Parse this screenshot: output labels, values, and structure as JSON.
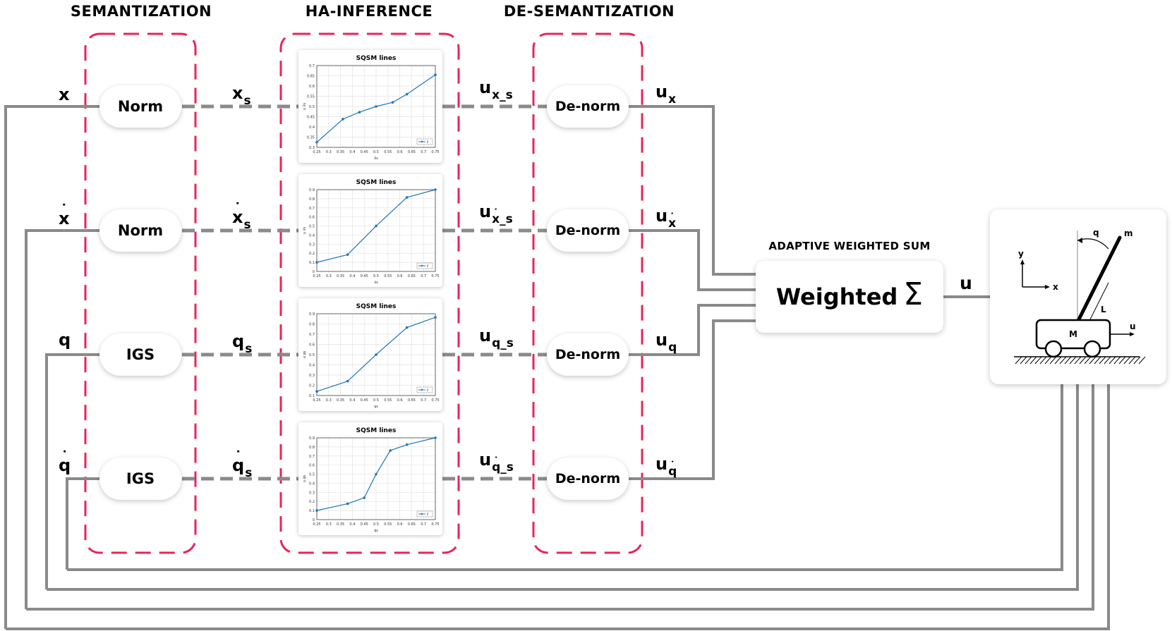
{
  "sections": {
    "semantization": "SEMANTIZATION",
    "ha_inference": "HA-INFERENCE",
    "de_semantization": "DE-SEMANTIZATION"
  },
  "inputs": [
    {
      "base": "x",
      "dot": ""
    },
    {
      "base": "x",
      "dot": "˙"
    },
    {
      "base": "q",
      "dot": ""
    },
    {
      "base": "q",
      "dot": "˙"
    }
  ],
  "blocks": [
    "Norm",
    "Norm",
    "IGS",
    "IGS"
  ],
  "semantic_labels": [
    {
      "base": "x",
      "dot": "",
      "sub": "s"
    },
    {
      "base": "x",
      "dot": "˙",
      "sub": "s"
    },
    {
      "base": "q",
      "dot": "",
      "sub": "s"
    },
    {
      "base": "q",
      "dot": "˙",
      "sub": "s"
    }
  ],
  "semantic_outputs": [
    {
      "base": "u",
      "sub_pre": "",
      "sub_var": "x",
      "sub_dot": "",
      "sub_post": "_s"
    },
    {
      "base": "u",
      "sub_pre": "",
      "sub_var": "x",
      "sub_dot": "˙",
      "sub_post": "_s"
    },
    {
      "base": "u",
      "sub_pre": "",
      "sub_var": "q",
      "sub_dot": "",
      "sub_post": "_s"
    },
    {
      "base": "u",
      "sub_pre": "",
      "sub_var": "q",
      "sub_dot": "˙",
      "sub_post": "_s"
    }
  ],
  "denorm_label": "De-norm",
  "outputs": [
    {
      "base": "u",
      "sub_var": "x",
      "sub_dot": ""
    },
    {
      "base": "u",
      "sub_var": "x",
      "sub_dot": "˙"
    },
    {
      "base": "u",
      "sub_var": "q",
      "sub_dot": ""
    },
    {
      "base": "u",
      "sub_var": "q",
      "sub_dot": "˙"
    }
  ],
  "sum": {
    "title": "ADAPTIVE WEIGHTED SUM",
    "label": "Weighted",
    "sigma": "Σ"
  },
  "control_signal": "u",
  "plant": {
    "axis_y": "y",
    "axis_x": "x",
    "angle": "q",
    "mass_pendulum": "m",
    "length": "L",
    "mass_cart": "M",
    "force": "u"
  },
  "plots": [
    {
      "title": "SQSM lines",
      "xlabel": "x̃s",
      "ylabel": "u x̃s",
      "xticks": [
        "0.25",
        "0.3",
        "0.35",
        "0.4",
        "0.45",
        "0.5",
        "0.55",
        "0.6",
        "0.65",
        "0.7",
        "0.75"
      ],
      "yticks": [
        "0.3",
        "0.35",
        "0.4",
        "0.45",
        "0.5",
        "0.55",
        "0.6",
        "0.65",
        "0.7"
      ],
      "xlim": [
        0.25,
        0.75
      ],
      "ylim": [
        0.3,
        0.7
      ],
      "points": [
        [
          0.25,
          0.325
        ],
        [
          0.36,
          0.438
        ],
        [
          0.43,
          0.472
        ],
        [
          0.5,
          0.5
        ],
        [
          0.57,
          0.52
        ],
        [
          0.63,
          0.56
        ],
        [
          0.75,
          0.655
        ]
      ],
      "legend": "ℓ"
    },
    {
      "title": "SQSM lines",
      "xlabel": "ẋs",
      "ylabel": "u ẋs",
      "xticks": [
        "0.25",
        "0.3",
        "0.35",
        "0.4",
        "0.45",
        "0.5",
        "0.55",
        "0.6",
        "0.65",
        "0.7",
        "0.75"
      ],
      "yticks": [
        "0",
        "0.1",
        "0.2",
        "0.3",
        "0.4",
        "0.5",
        "0.6",
        "0.7",
        "0.8",
        "0.9"
      ],
      "xlim": [
        0.25,
        0.75
      ],
      "ylim": [
        0,
        0.9
      ],
      "points": [
        [
          0.25,
          0.1
        ],
        [
          0.38,
          0.185
        ],
        [
          0.5,
          0.5
        ],
        [
          0.63,
          0.815
        ],
        [
          0.75,
          0.9
        ]
      ],
      "legend": "ℓ"
    },
    {
      "title": "SQSM lines",
      "xlabel": "qs",
      "ylabel": "u qs",
      "xticks": [
        "0.25",
        "0.3",
        "0.35",
        "0.4",
        "0.45",
        "0.5",
        "0.55",
        "0.6",
        "0.65",
        "0.7",
        "0.75"
      ],
      "yticks": [
        "0.1",
        "0.2",
        "0.3",
        "0.4",
        "0.5",
        "0.6",
        "0.7",
        "0.8",
        "0.9"
      ],
      "xlim": [
        0.25,
        0.75
      ],
      "ylim": [
        0.1,
        0.9
      ],
      "points": [
        [
          0.25,
          0.14
        ],
        [
          0.38,
          0.24
        ],
        [
          0.5,
          0.5
        ],
        [
          0.63,
          0.765
        ],
        [
          0.75,
          0.865
        ]
      ],
      "legend": "ℓ"
    },
    {
      "title": "SQSM lines",
      "xlabel": "q̇s",
      "ylabel": "u q̇s",
      "xticks": [
        "0.25",
        "0.3",
        "0.35",
        "0.4",
        "0.45",
        "0.5",
        "0.55",
        "0.6",
        "0.65",
        "0.7",
        "0.75"
      ],
      "yticks": [
        "0",
        "0.1",
        "0.2",
        "0.3",
        "0.4",
        "0.5",
        "0.6",
        "0.7",
        "0.8",
        "0.9"
      ],
      "xlim": [
        0.25,
        0.75
      ],
      "ylim": [
        0,
        0.9
      ],
      "points": [
        [
          0.25,
          0.1
        ],
        [
          0.38,
          0.175
        ],
        [
          0.45,
          0.24
        ],
        [
          0.5,
          0.5
        ],
        [
          0.56,
          0.76
        ],
        [
          0.63,
          0.825
        ],
        [
          0.75,
          0.9
        ]
      ],
      "legend": "ℓ"
    }
  ]
}
